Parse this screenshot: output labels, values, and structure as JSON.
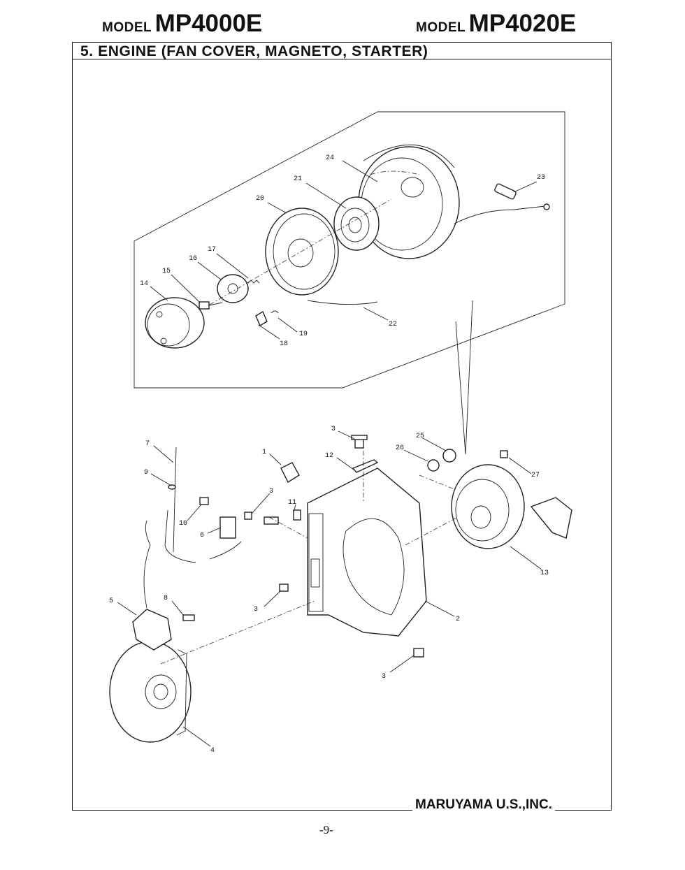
{
  "header": {
    "left_model_prefix": "MODEL",
    "left_model_name": "MP4000E",
    "right_model_prefix": "MODEL",
    "right_model_name": "MP4020E"
  },
  "section_title": "5. ENGINE (FAN COVER, MAGNETO, STARTER)",
  "footer": {
    "company": "MARUYAMA U.S.,INC.",
    "page_number": "-9-"
  },
  "callouts": {
    "c1": "1",
    "c2": "2",
    "c3a": "3",
    "c3b": "3",
    "c3c": "3",
    "c3d": "3",
    "c4": "4",
    "c5": "5",
    "c6": "6",
    "c7": "7",
    "c8": "8",
    "c9": "9",
    "c10": "10",
    "c11": "11",
    "c12": "12",
    "c13": "13",
    "c14": "14",
    "c15": "15",
    "c16": "16",
    "c17": "17",
    "c18": "18",
    "c19": "19",
    "c20": "20",
    "c21": "21",
    "c22": "22",
    "c23": "23",
    "c24": "24",
    "c25": "25",
    "c26": "26",
    "c27": "27"
  }
}
